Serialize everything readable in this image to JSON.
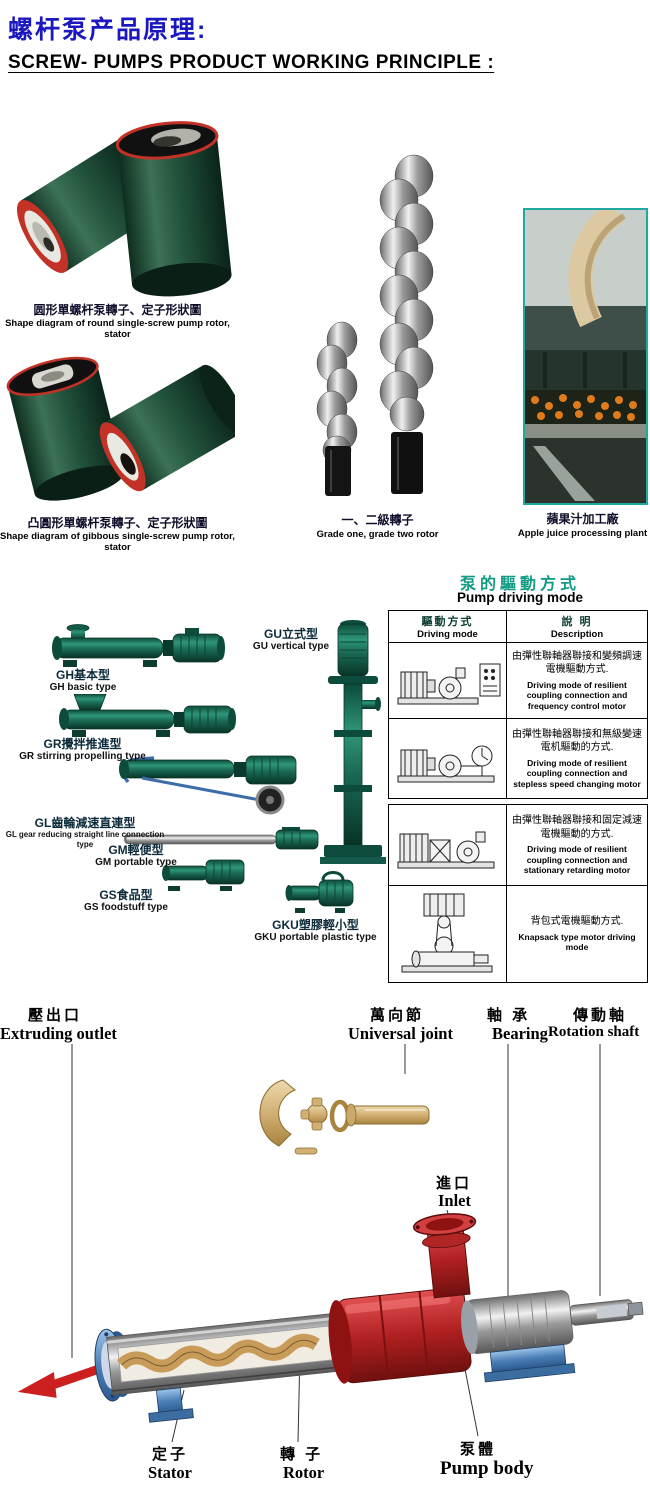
{
  "page": {
    "title_zh": "螺杆泵产品原理:",
    "title_en": "SCREW- PUMPS PRODUCT WORKING PRINCIPLE :"
  },
  "figures": {
    "round_stator": {
      "caption_zh": "圆形單螺杆泵轉子、定子形狀圖",
      "caption_en": "Shape diagram of round single-screw pump rotor, stator"
    },
    "gibbous_stator": {
      "caption_zh": "凸圓形單螺杆泵轉子、定子形狀圖",
      "caption_en": "Shape diagram of gibbous single-screw pump rotor, stator"
    },
    "rotors": {
      "caption_zh": "一、二級轉子",
      "caption_en": "Grade one, grade two rotor"
    },
    "plant": {
      "caption_zh": "蘋果汁加工廠",
      "caption_en": "Apple juice processing plant"
    }
  },
  "driving": {
    "title_zh": "泵的驅動方式",
    "title_en": "Pump driving mode",
    "header": {
      "mode_zh": "驅動方式",
      "mode_en": "Driving mode",
      "desc_zh": "說  明",
      "desc_en": "Description"
    },
    "rows": [
      {
        "zh": "由彈性聯軸器聯接和變頻調速電機驅動方式.",
        "en": "Driving mode of resilient coupling connection and frequency control motor"
      },
      {
        "zh": "由彈性聯軸器聯接和無級變速電机驅動的方式.",
        "en": "Driving mode of resilient coupling connection and stepless speed changing motor"
      },
      {
        "zh": "由彈性聯軸器聯接和固定減速電機驅動的方式.",
        "en": "Driving mode of resilient coupling connection and stationary retarding motor"
      },
      {
        "zh": "背包式電機驅動方式.",
        "en": "Knapsack type motor driving mode"
      }
    ],
    "pump_types": [
      {
        "zh": "GU立式型",
        "en": "GU vertical type"
      },
      {
        "zh": "GH基本型",
        "en": "GH basic type"
      },
      {
        "zh": "GR攪拌推進型",
        "en": "GR stirring propelling type"
      },
      {
        "zh": "GL齒輪減速直連型",
        "en": "GL gear reducing straight line connection type"
      },
      {
        "zh": "GM輕便型",
        "en": "GM portable type"
      },
      {
        "zh": "GS食品型",
        "en": "GS foodstuff type"
      },
      {
        "zh": "GKU塑膠輕小型",
        "en": "GKU portable plastic type"
      }
    ]
  },
  "cutaway": {
    "extruding_outlet_zh": "壓出口",
    "extruding_outlet_en": "Extruding outlet",
    "universal_joint_zh": "萬向節",
    "universal_joint_en": "Universal joint",
    "bearing_zh": "軸 承",
    "bearing_en": "Bearing",
    "rotation_shaft_zh": "傳動軸",
    "rotation_shaft_en": "Rotation shaft",
    "inlet_zh": "進口",
    "inlet_en": "Inlet",
    "stator_zh": "定子",
    "stator_en": "Stator",
    "rotor_zh": "轉 子",
    "rotor_en": "Rotor",
    "pump_body_zh": "泵體",
    "pump_body_en": "Pump body"
  },
  "colors": {
    "title_blue": "#1b18c0",
    "section_teal": "#0f9b82",
    "pump_green": "#1e7f6b",
    "photo_border": "#1fa7a0",
    "accent_red": "#c42020",
    "flange_blue": "#4a7fb5"
  }
}
